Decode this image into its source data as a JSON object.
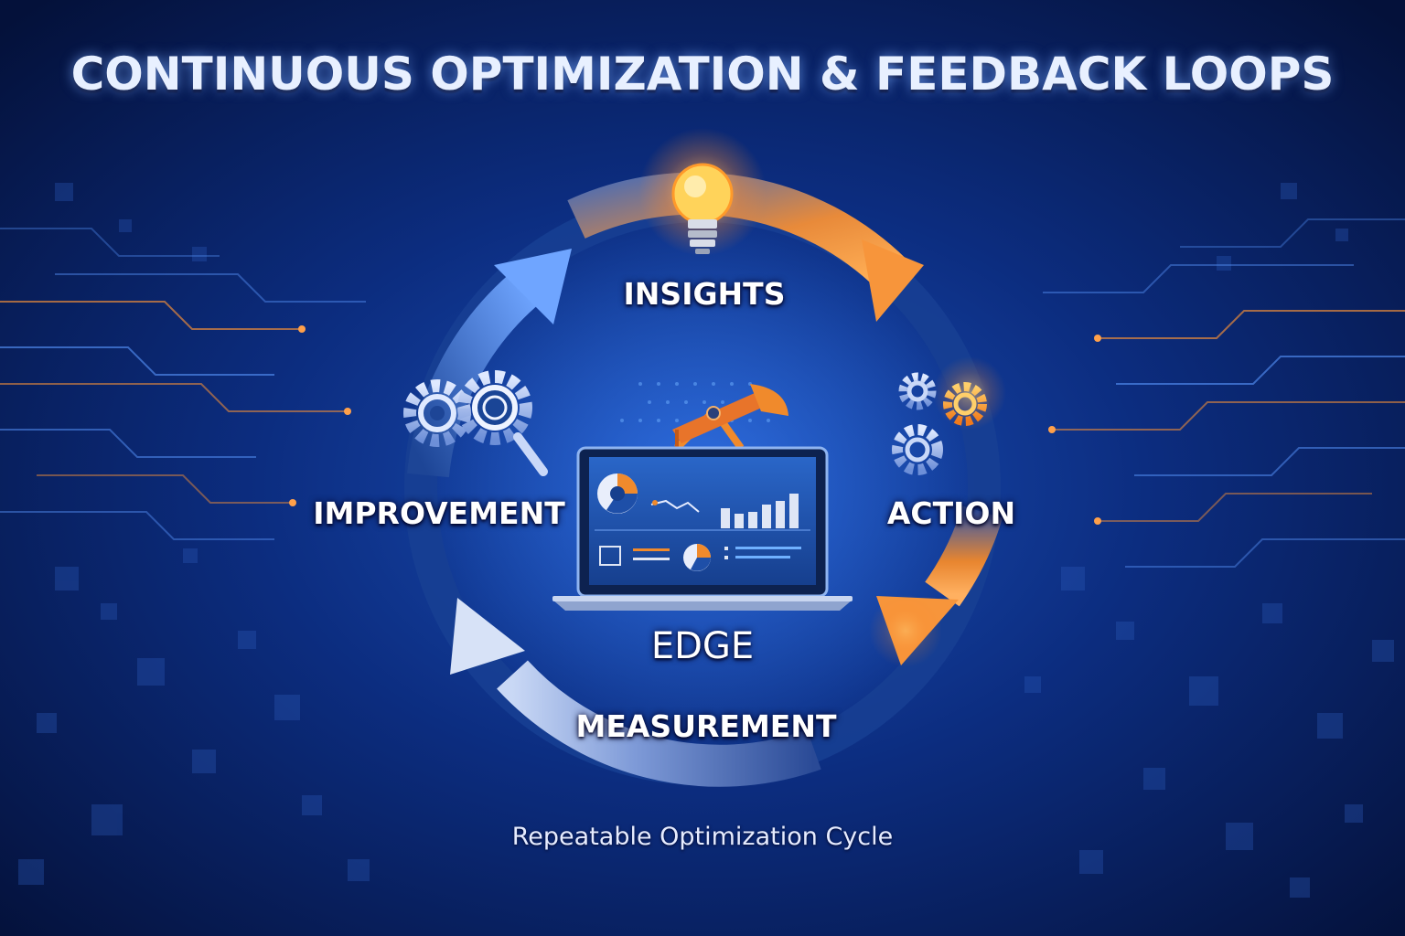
{
  "title": "CONTINUOUS OPTIMIZATION & FEEDBACK LOOPS",
  "cycle": {
    "stages": {
      "insights": "INSIGHTS",
      "action": "ACTION",
      "measurement": "MEASUREMENT",
      "improvement": "IMPROVEMENT"
    },
    "center": "EDGE"
  },
  "caption": "Repeatable Optimization Cycle",
  "icons": {
    "insights": "lightbulb-icon",
    "action": "gears-icon",
    "improvement": "gears-magnifier-icon",
    "center": "laptop-dashboard-icon",
    "center_top": "oil-pumpjack-icon"
  },
  "colors": {
    "background": "#0a2a78",
    "accent_orange": "#f08a2c",
    "accent_blue": "#3f7fe0",
    "text": "#ffffff"
  }
}
